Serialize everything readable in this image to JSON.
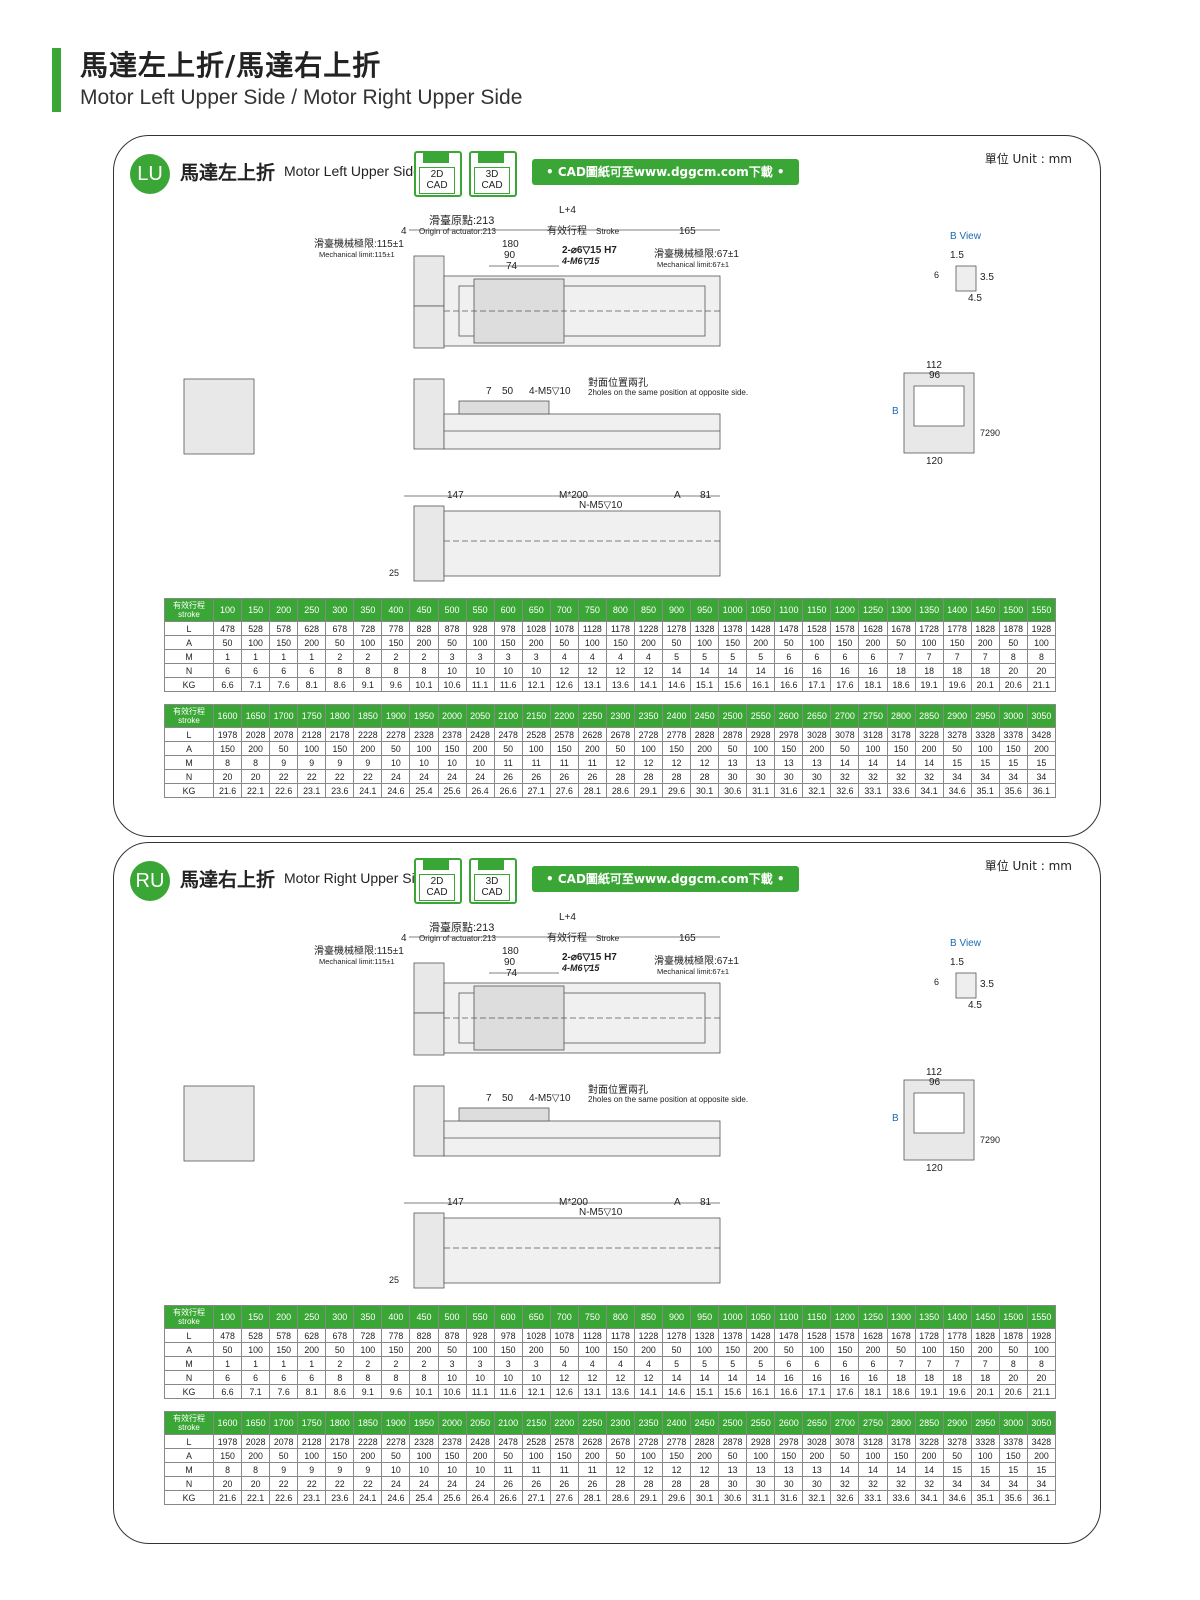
{
  "header": {
    "title_zh": "馬達左上折/馬達右上折",
    "title_en": "Motor Left Upper Side / Motor Right Upper Side"
  },
  "panels": [
    {
      "badge": "LU",
      "title_zh": "馬達左上折",
      "title_en": "Motor Left Upper Side",
      "cad2d": "2D CAD",
      "cad3d": "3D CAD",
      "cad_link": "• CAD圖紙可至www.dggcm.com下載 •",
      "unit": "單位 Unit : mm",
      "labels": {
        "lplus": "L+4",
        "origin_zh": "滑臺原點:213",
        "origin_en": "Origin of actuator:213",
        "four": "4",
        "stroke_zh": "有效行程",
        "stroke_en": "Stroke",
        "d165": "165",
        "mech_l_zh": "滑臺機械極限:115±1",
        "mech_l_en": "Mechanical limit:115±1",
        "mech_r_zh": "滑臺機械極限:67±1",
        "mech_r_en": "Mechanical limit:67±1",
        "d180": "180",
        "d90": "90",
        "d74": "74",
        "hole1": "2-⌀6▽15 H7",
        "hole2": "4-M6▽15",
        "bview": "B View",
        "d15": "1.5",
        "d6": "6",
        "d35": "3.5",
        "d45": "4.5",
        "d7": "7",
        "d50": "50",
        "m5": "4-M5▽10",
        "opp_zh": "對面位置兩孔",
        "opp_en": "2holes on the same position at opposite side.",
        "d112": "112",
        "d96": "96",
        "d72": "72",
        "d90b": "90",
        "d120": "120",
        "b": "B",
        "d147": "147",
        "m200": "M*200",
        "a": "A",
        "d81": "81",
        "n_m5": "N-M5▽10",
        "d25": "25"
      }
    },
    {
      "badge": "RU",
      "title_zh": "馬達右上折",
      "title_en": "Motor Right Upper Side",
      "cad2d": "2D CAD",
      "cad3d": "3D CAD",
      "cad_link": "• CAD圖紙可至www.dggcm.com下載 •",
      "unit": "單位 Unit : mm",
      "labels": {
        "lplus": "L+4",
        "origin_zh": "滑臺原點:213",
        "origin_en": "Origin of actuator:213",
        "four": "4",
        "stroke_zh": "有效行程",
        "stroke_en": "Stroke",
        "d165": "165",
        "mech_l_zh": "滑臺機械極限:115±1",
        "mech_l_en": "Mechanical limit:115±1",
        "mech_r_zh": "滑臺機械極限:67±1",
        "mech_r_en": "Mechanical limit:67±1",
        "d180": "180",
        "d90": "90",
        "d74": "74",
        "hole1": "2-⌀6▽15 H7",
        "hole2": "4-M6▽15",
        "bview": "B View",
        "d15": "1.5",
        "d6": "6",
        "d35": "3.5",
        "d45": "4.5",
        "d7": "7",
        "d50": "50",
        "m5": "4-M5▽10",
        "opp_zh": "對面位置兩孔",
        "opp_en": "2holes on the same position at opposite side.",
        "d112": "112",
        "d96": "96",
        "d72": "72",
        "d90b": "90",
        "d120": "120",
        "b": "B",
        "d147": "147",
        "m200": "M*200",
        "a": "A",
        "d81": "81",
        "n_m5": "N-M5▽10",
        "d25": "25"
      }
    }
  ],
  "table": {
    "stroke_header": "有效行程 stroke",
    "row_labels": [
      "L",
      "A",
      "M",
      "N",
      "KG"
    ],
    "block1": {
      "strokes": [
        "100",
        "150",
        "200",
        "250",
        "300",
        "350",
        "400",
        "450",
        "500",
        "550",
        "600",
        "650",
        "700",
        "750",
        "800",
        "850",
        "900",
        "950",
        "1000",
        "1050",
        "1100",
        "1150",
        "1200",
        "1250",
        "1300",
        "1350",
        "1400",
        "1450",
        "1500",
        "1550"
      ],
      "L": [
        "478",
        "528",
        "578",
        "628",
        "678",
        "728",
        "778",
        "828",
        "878",
        "928",
        "978",
        "1028",
        "1078",
        "1128",
        "1178",
        "1228",
        "1278",
        "1328",
        "1378",
        "1428",
        "1478",
        "1528",
        "1578",
        "1628",
        "1678",
        "1728",
        "1778",
        "1828",
        "1878",
        "1928"
      ],
      "A": [
        "50",
        "100",
        "150",
        "200",
        "50",
        "100",
        "150",
        "200",
        "50",
        "100",
        "150",
        "200",
        "50",
        "100",
        "150",
        "200",
        "50",
        "100",
        "150",
        "200",
        "50",
        "100",
        "150",
        "200",
        "50",
        "100",
        "150",
        "200",
        "50",
        "100"
      ],
      "M": [
        "1",
        "1",
        "1",
        "1",
        "2",
        "2",
        "2",
        "2",
        "3",
        "3",
        "3",
        "3",
        "4",
        "4",
        "4",
        "4",
        "5",
        "5",
        "5",
        "5",
        "6",
        "6",
        "6",
        "6",
        "7",
        "7",
        "7",
        "7",
        "8",
        "8"
      ],
      "N": [
        "6",
        "6",
        "6",
        "6",
        "8",
        "8",
        "8",
        "8",
        "10",
        "10",
        "10",
        "10",
        "12",
        "12",
        "12",
        "12",
        "14",
        "14",
        "14",
        "14",
        "16",
        "16",
        "16",
        "16",
        "18",
        "18",
        "18",
        "18",
        "20",
        "20"
      ],
      "KG": [
        "6.6",
        "7.1",
        "7.6",
        "8.1",
        "8.6",
        "9.1",
        "9.6",
        "10.1",
        "10.6",
        "11.1",
        "11.6",
        "12.1",
        "12.6",
        "13.1",
        "13.6",
        "14.1",
        "14.6",
        "15.1",
        "15.6",
        "16.1",
        "16.6",
        "17.1",
        "17.6",
        "18.1",
        "18.6",
        "19.1",
        "19.6",
        "20.1",
        "20.6",
        "21.1"
      ]
    },
    "block2": {
      "strokes": [
        "1600",
        "1650",
        "1700",
        "1750",
        "1800",
        "1850",
        "1900",
        "1950",
        "2000",
        "2050",
        "2100",
        "2150",
        "2200",
        "2250",
        "2300",
        "2350",
        "2400",
        "2450",
        "2500",
        "2550",
        "2600",
        "2650",
        "2700",
        "2750",
        "2800",
        "2850",
        "2900",
        "2950",
        "3000",
        "3050"
      ],
      "L": [
        "1978",
        "2028",
        "2078",
        "2128",
        "2178",
        "2228",
        "2278",
        "2328",
        "2378",
        "2428",
        "2478",
        "2528",
        "2578",
        "2628",
        "2678",
        "2728",
        "2778",
        "2828",
        "2878",
        "2928",
        "2978",
        "3028",
        "3078",
        "3128",
        "3178",
        "3228",
        "3278",
        "3328",
        "3378",
        "3428"
      ],
      "A": [
        "150",
        "200",
        "50",
        "100",
        "150",
        "200",
        "50",
        "100",
        "150",
        "200",
        "50",
        "100",
        "150",
        "200",
        "50",
        "100",
        "150",
        "200",
        "50",
        "100",
        "150",
        "200",
        "50",
        "100",
        "150",
        "200",
        "50",
        "100",
        "150",
        "200"
      ],
      "M": [
        "8",
        "8",
        "9",
        "9",
        "9",
        "9",
        "10",
        "10",
        "10",
        "10",
        "11",
        "11",
        "11",
        "11",
        "12",
        "12",
        "12",
        "12",
        "13",
        "13",
        "13",
        "13",
        "14",
        "14",
        "14",
        "14",
        "15",
        "15",
        "15",
        "15"
      ],
      "N": [
        "20",
        "20",
        "22",
        "22",
        "22",
        "22",
        "24",
        "24",
        "24",
        "24",
        "26",
        "26",
        "26",
        "26",
        "28",
        "28",
        "28",
        "28",
        "30",
        "30",
        "30",
        "30",
        "32",
        "32",
        "32",
        "32",
        "34",
        "34",
        "34",
        "34"
      ],
      "KG": [
        "21.6",
        "22.1",
        "22.6",
        "23.1",
        "23.6",
        "24.1",
        "24.6",
        "25.4",
        "25.6",
        "26.4",
        "26.6",
        "27.1",
        "27.6",
        "28.1",
        "28.6",
        "29.1",
        "29.6",
        "30.1",
        "30.6",
        "31.1",
        "31.6",
        "32.1",
        "32.6",
        "33.1",
        "33.6",
        "34.1",
        "34.6",
        "35.1",
        "35.6",
        "36.1"
      ]
    }
  }
}
